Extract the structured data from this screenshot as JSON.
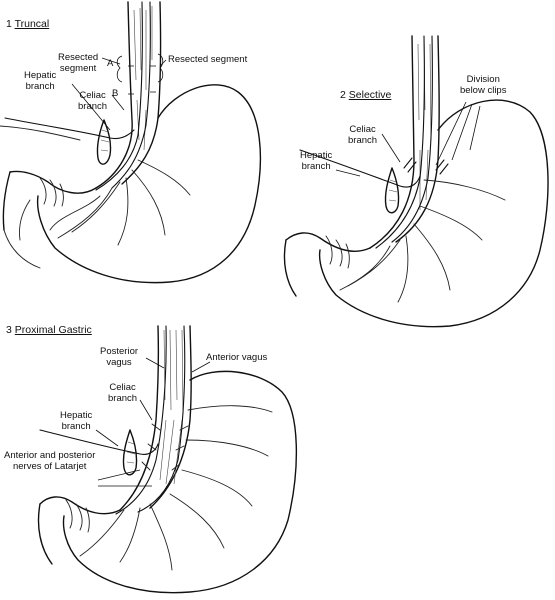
{
  "panel1": {
    "number": "1",
    "title": "Truncal",
    "labels": {
      "resected_left": "Resected\nsegment",
      "resected_right": "Resected segment",
      "mark_a": "A",
      "mark_b": "B",
      "hepatic": "Hepatic\nbranch",
      "celiac": "Celiac\nbranch"
    }
  },
  "panel2": {
    "number": "2",
    "title": "Selective",
    "labels": {
      "division": "Division\nbelow clips",
      "celiac": "Celiac\nbranch",
      "hepatic": "Hepatic\nbranch"
    }
  },
  "panel3": {
    "number": "3",
    "title": "Proximal Gastric",
    "labels": {
      "posterior_vagus": "Posterior\nvagus",
      "anterior_vagus": "Anterior vagus",
      "celiac": "Celiac\nbranch",
      "hepatic": "Hepatic\nbranch",
      "latarjet": "Anterior and posterior\nnerves of Latarjet"
    }
  }
}
